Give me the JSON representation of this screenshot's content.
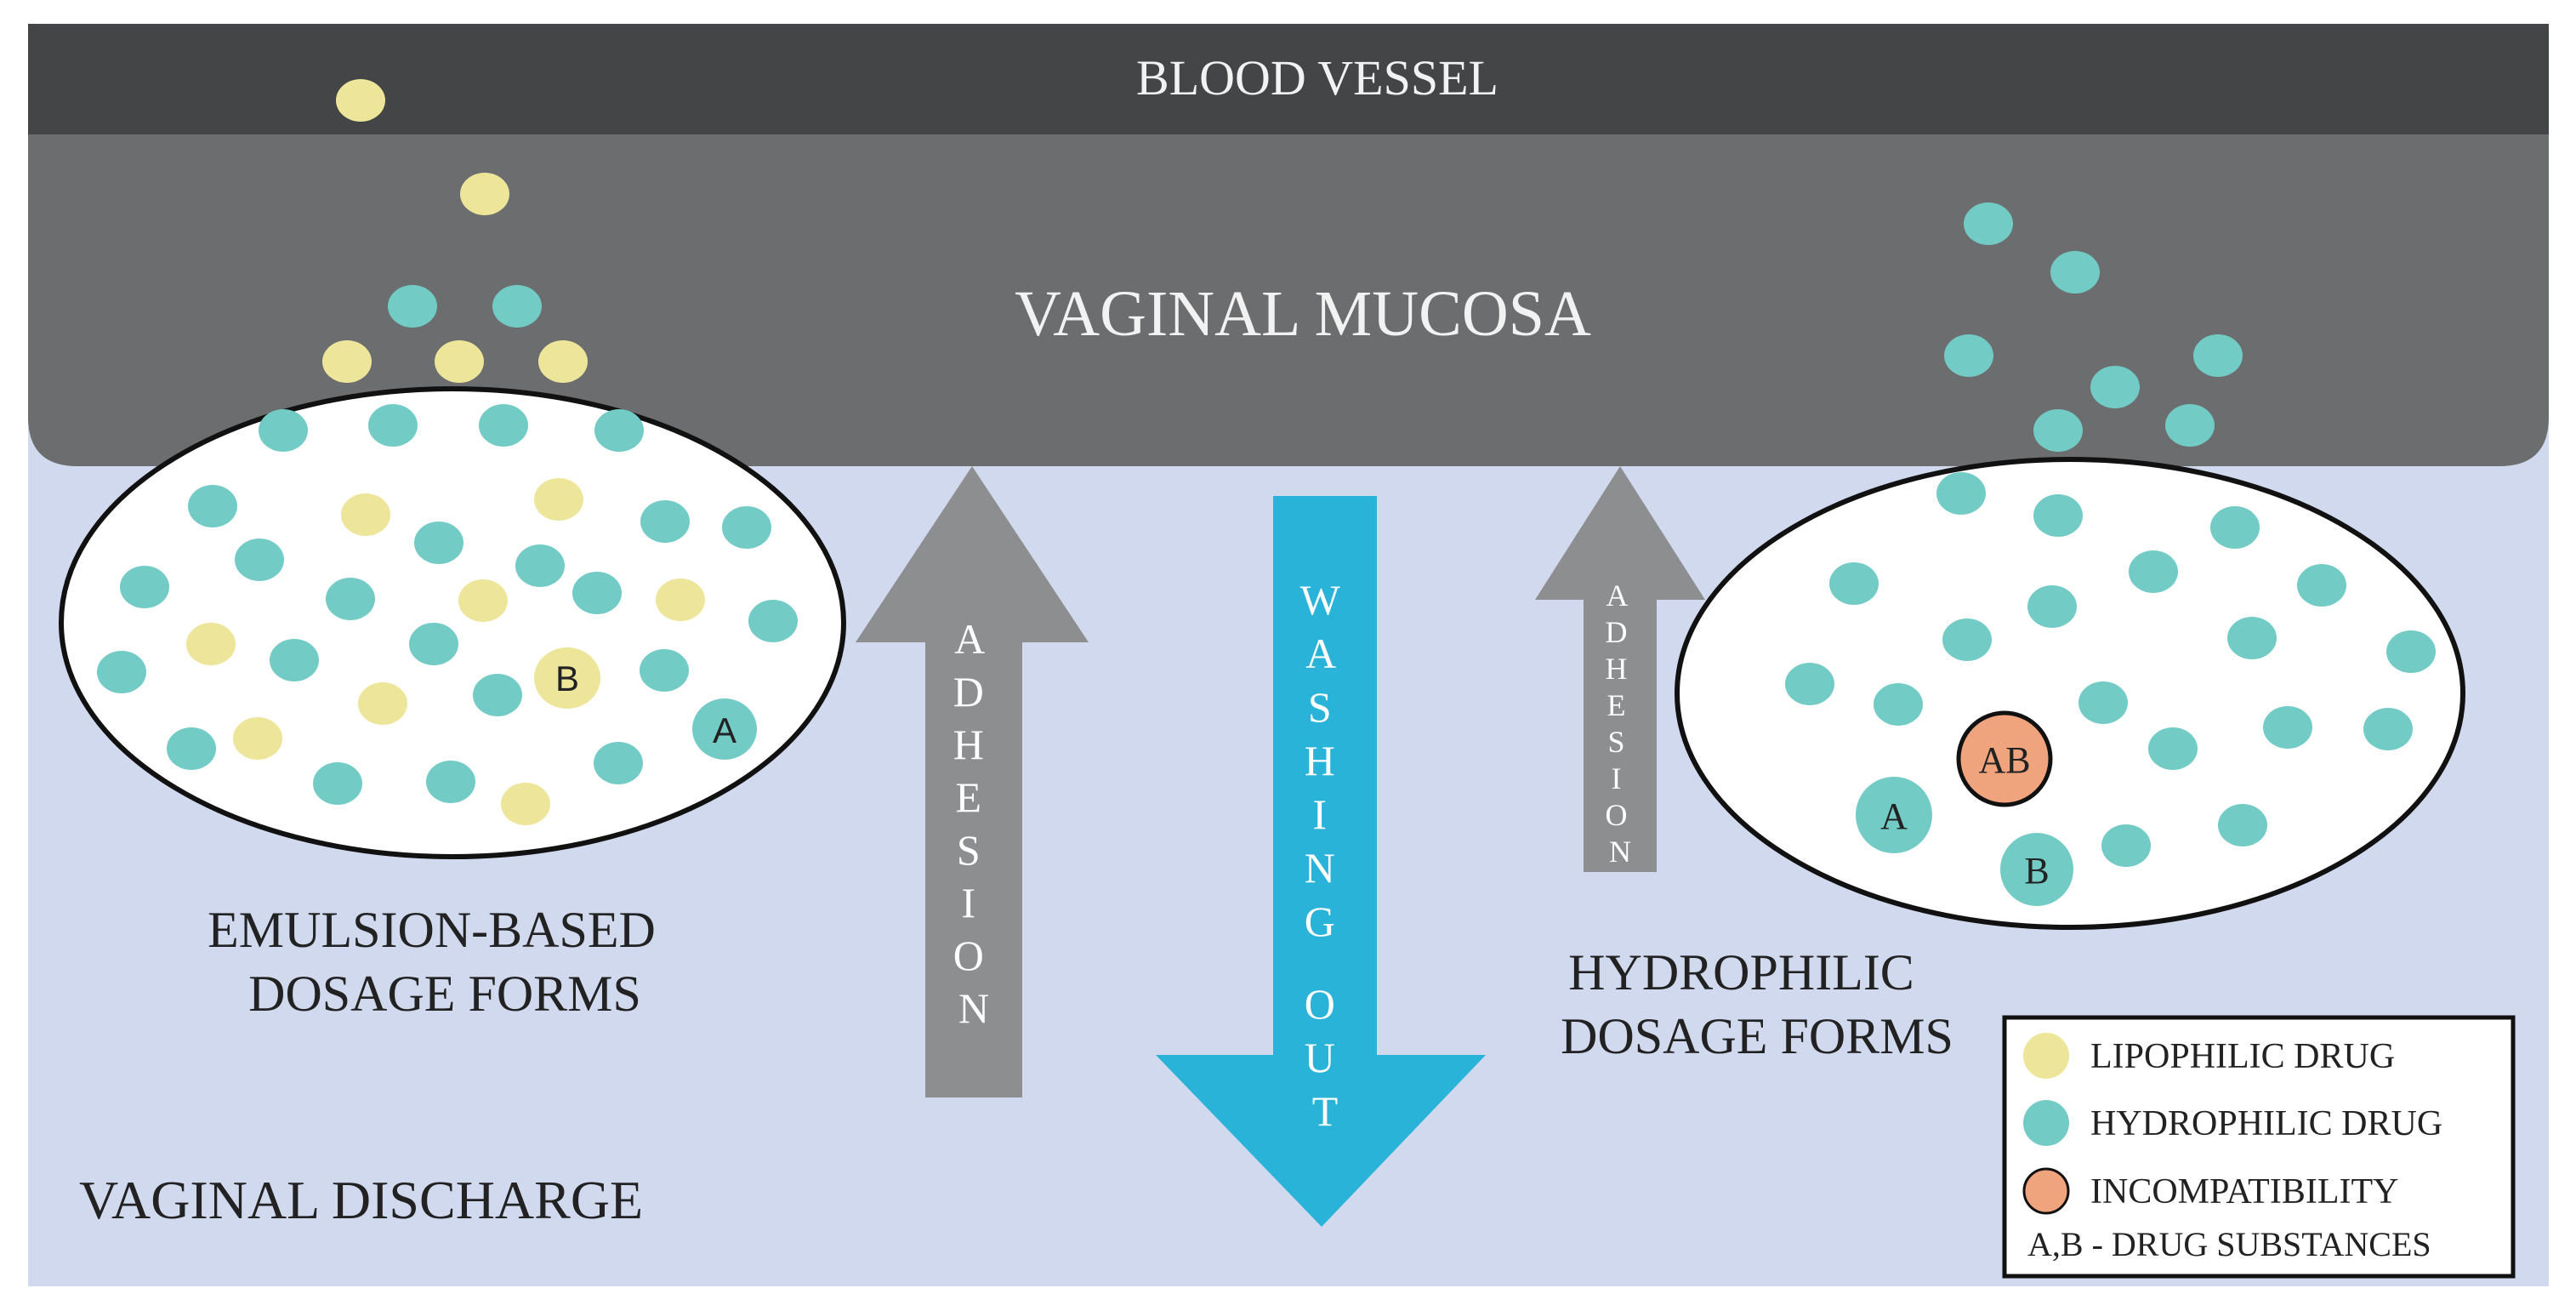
{
  "diagram": {
    "blood_vessel_label": "BLOOD VESSEL",
    "mucosa_label": "VAGINAL MUCOSA",
    "discharge_label": "VAGINAL DISCHARGE",
    "emulsion_label": [
      "EMULSION-BASED",
      "DOSAGE FORMS"
    ],
    "hydrophilic_label": [
      "HYDROPHILIC",
      "DOSAGE FORMS"
    ],
    "emulsion_marker_b": "B",
    "emulsion_marker_a": "A",
    "hydrophilic_marker_ab": "AB",
    "hydrophilic_marker_a": "A",
    "hydrophilic_marker_b": "B",
    "adhesion_left": "ADHESION",
    "washing_out": [
      "WASHING",
      "OUT"
    ],
    "adhesion_right": "ADHESION"
  },
  "legend": {
    "lipophilic": "LIPOPHILIC DRUG",
    "hydrophilic": "HYDROPHILIC DRUG",
    "incompatibility": "INCOMPATIBILITY",
    "substances": "A,B - DRUG SUBSTANCES"
  },
  "colors": {
    "background": "#d1d9ee",
    "blood_vessel": "#444546",
    "mucosa": "#6c6d6f",
    "lipophilic": "#ece59a",
    "hydrophilic": "#73cbc6",
    "incompatibility": "#f0a47e",
    "adhesion_arrow": "#8d8e90",
    "washing_arrow": "#2ab3d8"
  }
}
